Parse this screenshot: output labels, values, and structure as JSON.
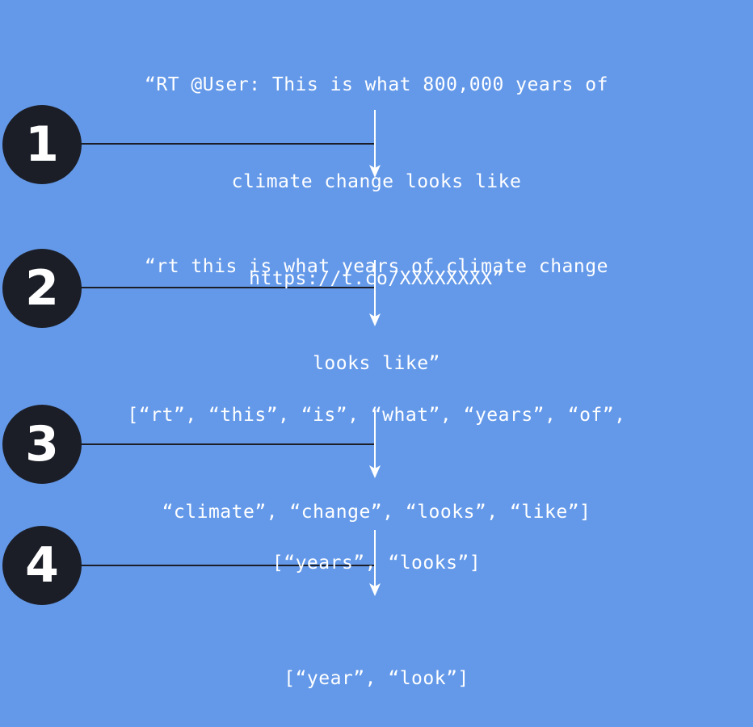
{
  "stages": [
    {
      "lines": [
        "“RT @User: This is what 800,000 years of",
        "climate change looks like",
        "https://t.co/XXXXXXXX”"
      ]
    },
    {
      "lines": [
        "“rt this is what years of climate change",
        "looks like”"
      ]
    },
    {
      "lines": [
        "[“rt”, “this”, “is”, “what”, “years”, “of”,",
        "“climate”, “change”, “looks”, “like”]"
      ]
    },
    {
      "lines": [
        "[“years”, “looks”]"
      ]
    },
    {
      "lines": [
        "[“year”, “look”]"
      ]
    }
  ],
  "steps": [
    {
      "number": "1"
    },
    {
      "number": "2"
    },
    {
      "number": "3"
    },
    {
      "number": "4"
    }
  ],
  "colors": {
    "background": "#6499e9",
    "circle": "#1b1e27",
    "connector_line": "#1b1e27",
    "arrow": "#ffffff",
    "text": "#ffffff"
  }
}
